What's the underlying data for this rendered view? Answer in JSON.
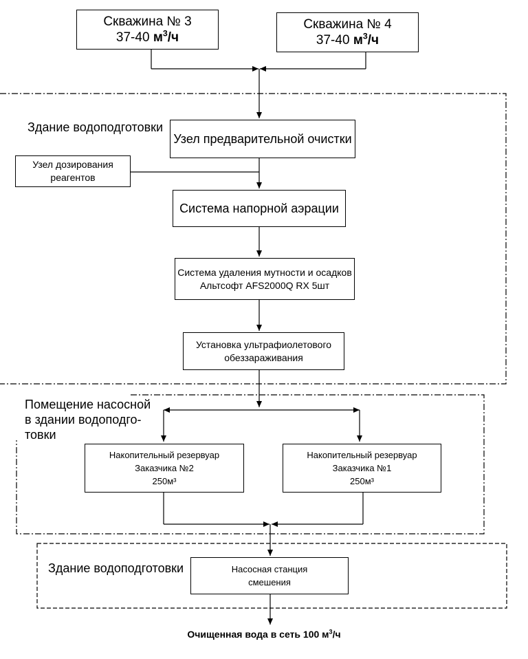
{
  "wells": [
    {
      "name": "Скважина № 3",
      "flow_num": "37-40",
      "flow_unit": "м",
      "flow_sup": "3",
      "flow_tail": "/ч"
    },
    {
      "name": "Скважина № 4",
      "flow_num": "37-40",
      "flow_unit": "м",
      "flow_sup": "3",
      "flow_tail": "/ч"
    }
  ],
  "zones": {
    "treatment_building": "Здание водоподготовки",
    "pump_room_line1": "Помещение насосной",
    "pump_room_line2": "в здании водоподго-",
    "pump_room_line3": "товки",
    "treatment_building_2": "Здание водоподготовки"
  },
  "nodes": {
    "prefilter": "Узел предварительной очистки",
    "dosing_line1": "Узел дозирования",
    "dosing_line2": "реагентов",
    "aeration": "Система напорной аэрации",
    "turbidity_line1": "Система удаления мутности и осадков",
    "turbidity_line2": "Альтсофт AFS2000Q RX 5шт",
    "uv_line1": "Установка ультрафиолетового",
    "uv_line2": "обеззараживания",
    "tank2_line1": "Накопительный резервуар",
    "tank2_line2": "Заказчика №2",
    "tank2_line3": "250м³",
    "tank1_line1": "Накопительный резервуар",
    "tank1_line2": "Заказчика №1",
    "tank1_line3": "250м³",
    "pump_station_line1": "Насосная станция",
    "pump_station_line2": "смешения"
  },
  "output": {
    "text": "Очищенная вода в сеть 100 м",
    "sup": "3",
    "tail": "/ч"
  }
}
